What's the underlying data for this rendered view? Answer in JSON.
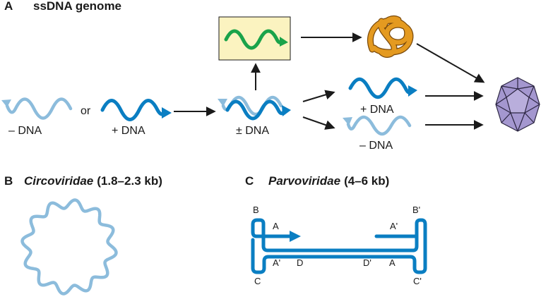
{
  "panel_a": {
    "letter": "A",
    "title": "ssDNA genome",
    "minus_dna_left": "– DNA",
    "or_text": "or",
    "plus_dna_left": "+ DNA",
    "pm_dna": "± DNA",
    "plus_dna_right": "+ DNA",
    "minus_dna_right": "– DNA"
  },
  "panel_b": {
    "letter": "B",
    "family": "Circoviridae",
    "size": "(1.8–2.3 kb)"
  },
  "panel_c": {
    "letter": "C",
    "family": "Parvoviridae",
    "size": "(4–6 kb)",
    "labels": {
      "B": "B",
      "B_prime": "B'",
      "A_top": "A",
      "A_prime_top": "A'",
      "A_prime_bottom": "A'",
      "D": "D",
      "D_prime": "D'",
      "A_bottom": "A",
      "C": "C",
      "C_prime": "C'"
    }
  },
  "colors": {
    "plus_strand": "#0a7ec2",
    "minus_strand": "#8cbcdc",
    "mrna": "#1aa34a",
    "box_fill": "#fbf3c0",
    "protein": "#e49a20",
    "capsid": "#a497cf",
    "arrow": "#1a1a1a"
  }
}
